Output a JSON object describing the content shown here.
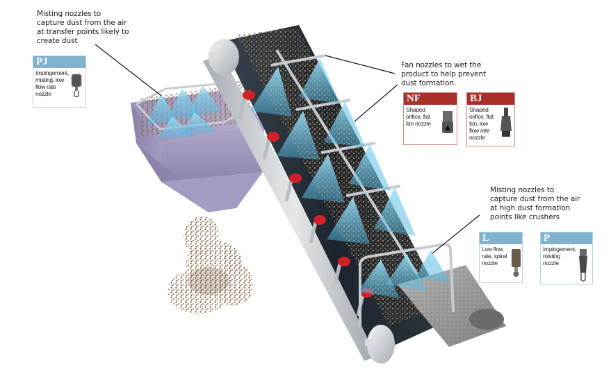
{
  "diagram": {
    "subject": "Dust suppression spray nozzles on a conveyor belt system",
    "colors": {
      "blue_card_header": "#7fb2cf",
      "blue_card_border": "#b8d4e2",
      "red_card_header": "#a8302a",
      "red_card_border": "#c98a86",
      "hopper": "#9e93b8",
      "belt": "#1f2a33",
      "roller_bracket": "#d0202a",
      "spray": "#6cc4e6",
      "material": "#8a6a4a"
    }
  },
  "callouts": {
    "transfer": {
      "lines": [
        "Misting nozzles to",
        "capture dust from the air",
        "at transfer points likely to",
        "create dust"
      ]
    },
    "fan": {
      "lines": [
        "Fan nozzles to wet the",
        "product to help prevent",
        "dust formation."
      ]
    },
    "crusher": {
      "lines": [
        "Misting nozzles to",
        "capture dust from the air",
        "at high dust formation",
        "points like crushers"
      ]
    }
  },
  "nozzle_cards": {
    "pj": {
      "code": "PJ",
      "desc": [
        "Impingement,",
        "misting, low",
        "flow  rate",
        "nozzle"
      ],
      "icon": "impingement-nozzle-icon"
    },
    "nf": {
      "code": "NF",
      "desc": [
        "Shaped",
        "orifice, flat",
        "fan nozzle"
      ],
      "icon": "flat-fan-nozzle-icon"
    },
    "bj": {
      "code": "BJ",
      "desc": [
        "Shaped",
        "orifice, flat",
        "fan,  low",
        "flow rate",
        "nozzle"
      ],
      "icon": "flat-fan-low-flow-nozzle-icon"
    },
    "l": {
      "code": "L",
      "desc": [
        "Low flow",
        "rate, spiral",
        "nozzle"
      ],
      "icon": "spiral-nozzle-icon"
    },
    "p": {
      "code": "P",
      "desc": [
        "Impingement,",
        "misting",
        "nozzle"
      ],
      "icon": "misting-nozzle-icon"
    }
  }
}
